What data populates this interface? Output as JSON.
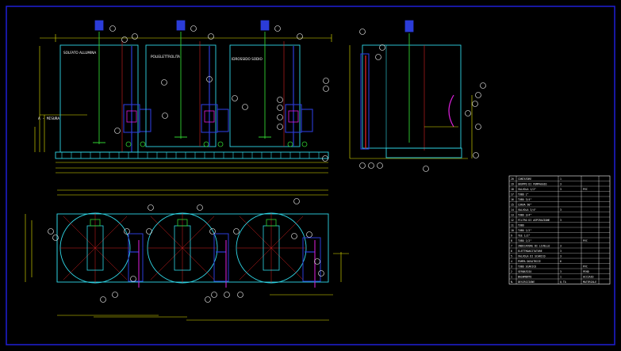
{
  "drawing": {
    "tank_labels": [
      "SOLFATO ALLUMINA",
      "POLIELETTROLITA",
      "IDROSSIDO SODIO"
    ],
    "section_label": "A - MISURA",
    "colors": {
      "background": "#000000",
      "frame": "#1f1fd6",
      "outline": "#2fd6e6",
      "equipment": "#2b3cd8",
      "dimension": "#e8e800",
      "callout": "#ffffff",
      "centerline": "#d62020",
      "accent": "#e020e0",
      "fitting": "#30d030"
    },
    "table": {
      "rows": [
        {
          "no": "20",
          "desc": "CONTATORE",
          "qty": "1",
          "mat": ""
        },
        {
          "no": "19",
          "desc": "GRUPPO DI POMPAGGIO",
          "qty": "3",
          "mat": ""
        },
        {
          "no": "18",
          "desc": "VALVOLA 1/2\"",
          "qty": "3",
          "mat": "PVC"
        },
        {
          "no": "17",
          "desc": "TUBO 1\"",
          "qty": "",
          "mat": ""
        },
        {
          "no": "16",
          "desc": "TUBO 3/4\"",
          "qty": "",
          "mat": ""
        },
        {
          "no": "15",
          "desc": "CURVA 90\"",
          "qty": "",
          "mat": ""
        },
        {
          "no": "14",
          "desc": "VALVOLA 3/4\"",
          "qty": "3",
          "mat": ""
        },
        {
          "no": "13",
          "desc": "TUBO 3/4\"",
          "qty": "",
          "mat": ""
        },
        {
          "no": "12",
          "desc": "FILTRO DI ASPIRAZIONE",
          "qty": "3",
          "mat": ""
        },
        {
          "no": "11",
          "desc": "TUBO",
          "qty": "",
          "mat": ""
        },
        {
          "no": "10",
          "desc": "TUBO 1/2\"",
          "qty": "",
          "mat": ""
        },
        {
          "no": "9",
          "desc": "TEE 1/2\"",
          "qty": "",
          "mat": ""
        },
        {
          "no": "8",
          "desc": "TUBO 1/2\"",
          "qty": "",
          "mat": "PVC"
        },
        {
          "no": "7",
          "desc": "INDICATORE DI LIVELLO",
          "qty": "3",
          "mat": ""
        },
        {
          "no": "6",
          "desc": "ELETTROAGITATORE",
          "qty": "3",
          "mat": ""
        },
        {
          "no": "5",
          "desc": "VALVOLA DI SCARICO",
          "qty": "3",
          "mat": ""
        },
        {
          "no": "4",
          "desc": "POMPA DOSATRICE",
          "qty": "6",
          "mat": ""
        },
        {
          "no": "3",
          "desc": "TUBO SCARICO",
          "qty": "",
          "mat": "PVC"
        },
        {
          "no": "2",
          "desc": "SERBATOIO",
          "qty": "3",
          "mat": "PEHD"
        },
        {
          "no": "1",
          "desc": "BASAMENTO",
          "qty": "1",
          "mat": "ACCIAIO"
        }
      ],
      "header": {
        "no": "N.",
        "desc": "DESCRIZIONE",
        "qty": "Q.TA",
        "mat": "MATERIALE"
      }
    }
  }
}
